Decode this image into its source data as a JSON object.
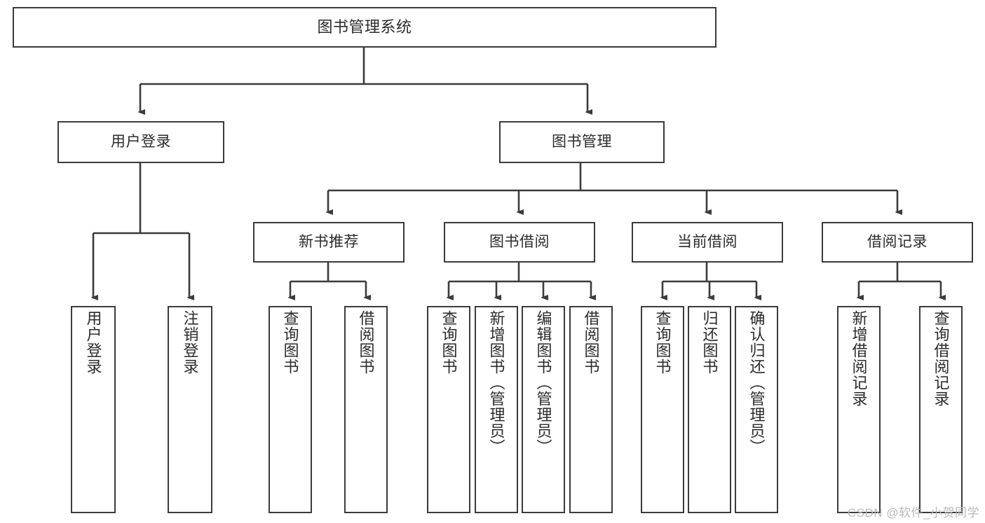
{
  "diagram": {
    "title": "图书管理系统",
    "type": "tree",
    "nodes": {
      "root": {
        "label": "图书管理系统"
      },
      "level2": [
        {
          "id": "user-login",
          "label": "用户登录"
        },
        {
          "id": "book-manage",
          "label": "图书管理"
        }
      ],
      "level3": [
        {
          "id": "new-book-recommend",
          "label": "新书推荐"
        },
        {
          "id": "book-borrow",
          "label": "图书借阅"
        },
        {
          "id": "current-borrow",
          "label": "当前借阅"
        },
        {
          "id": "borrow-record",
          "label": "借阅记录"
        }
      ],
      "leaves": {
        "user_login": [
          {
            "id": "leaf-user-login",
            "label": "用户登录"
          },
          {
            "id": "leaf-logout-login",
            "label": "注销登录"
          }
        ],
        "new_book_recommend": [
          {
            "id": "leaf-query-book-1",
            "label": "查询图书"
          },
          {
            "id": "leaf-borrow-book-1",
            "label": "借阅图书"
          }
        ],
        "book_borrow": [
          {
            "id": "leaf-query-book-2",
            "label": "查询图书"
          },
          {
            "id": "leaf-add-book",
            "label": "新增图书（管理员）"
          },
          {
            "id": "leaf-edit-book",
            "label": "编辑图书（管理员）"
          },
          {
            "id": "leaf-borrow-book-2",
            "label": "借阅图书"
          }
        ],
        "current_borrow": [
          {
            "id": "leaf-query-book-3",
            "label": "查询图书"
          },
          {
            "id": "leaf-return-book",
            "label": "归还图书"
          },
          {
            "id": "leaf-confirm-return",
            "label": "确认归还（管理员）"
          }
        ],
        "borrow_record": [
          {
            "id": "leaf-add-record",
            "label": "新增借阅记录"
          },
          {
            "id": "leaf-query-record",
            "label": "查询借阅记录"
          }
        ]
      }
    },
    "colors": {
      "stroke": "#3b3b3b",
      "fill": "#ffffff",
      "text": "#2b2b2b",
      "watermark": "#b9b9b9"
    }
  },
  "watermark": {
    "text": "CSDN @软件_小贺同学"
  }
}
